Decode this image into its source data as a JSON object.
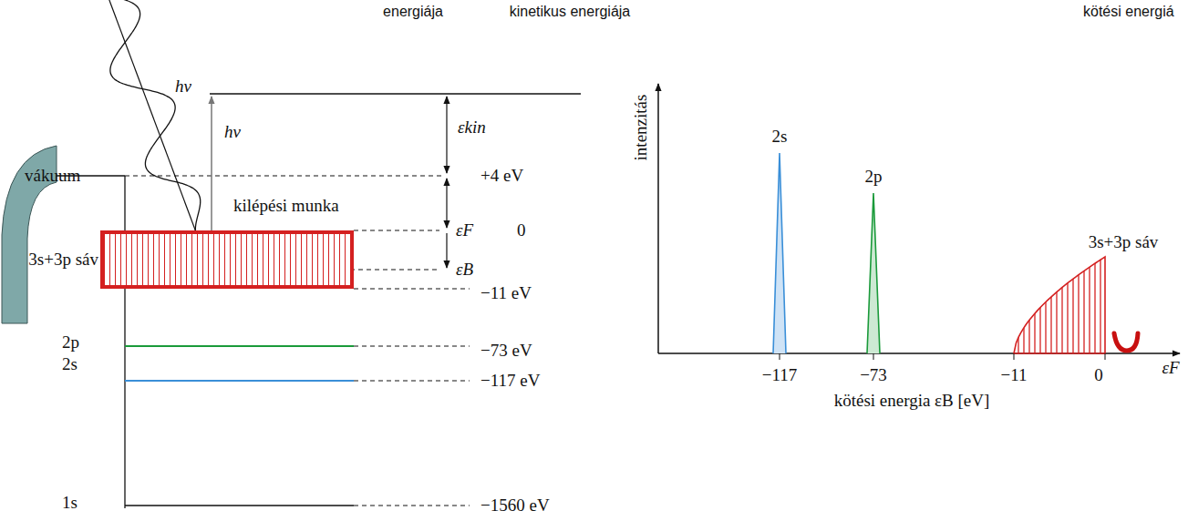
{
  "diagram": {
    "nodes": [
      {
        "text": [
          "3s+3p sáv"
        ]
      }
    ],
    "labels": [
      "energiája",
      "kinetikus energiája",
      "kötési energiá",
      "hν",
      "hν",
      "εkin",
      "vákuum",
      "+4 eV",
      "kilépési munka",
      "εF",
      "0",
      "εB",
      "−11 eV",
      "2p",
      "2s",
      "−73 eV",
      "−117 eV",
      "1s",
      "−1560 eV",
      "intenzitás",
      "2s",
      "2p",
      "3s+3p sáv",
      "−117",
      "−73",
      "−11",
      "0",
      "εF",
      "kötési energia εB [eV]"
    ]
  }
}
